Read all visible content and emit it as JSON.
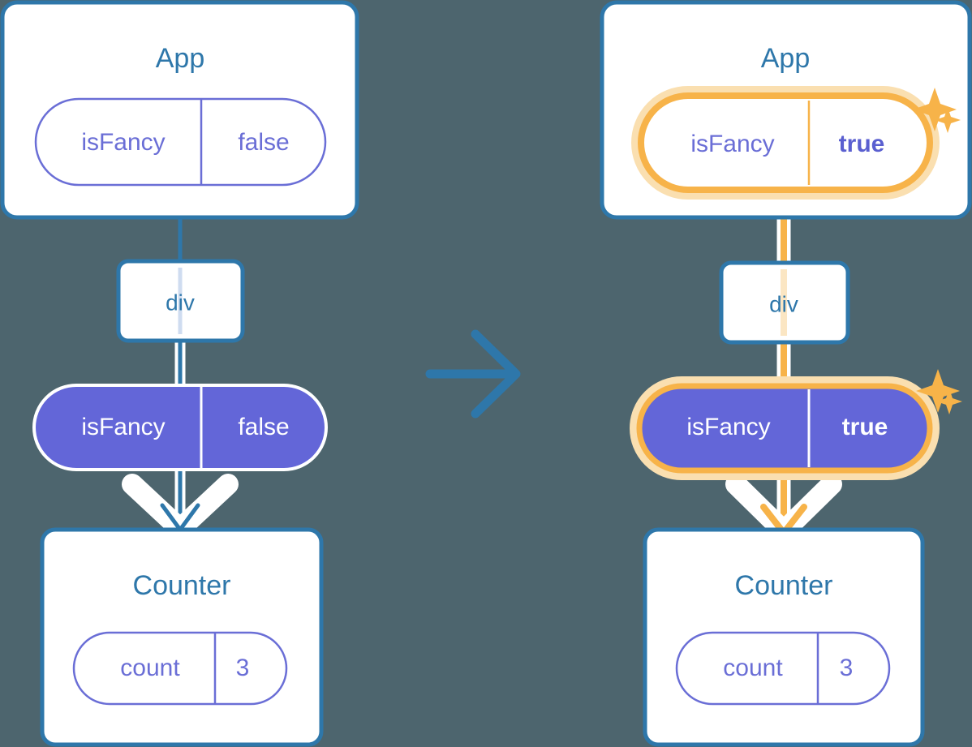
{
  "theme": {
    "background": "#4d656e",
    "card_border": "#2e77aa",
    "card_fill": "#ffffff",
    "title_color": "#2e77aa",
    "pill_outline": "#6a6ed6",
    "pill_fill": "#6366d8",
    "pill_text_light": "#ffffff",
    "highlight": "#f7b349",
    "highlight_glow": "#fadfb0",
    "arrow_blue": "#2e77aa",
    "arrow_outline": "#ffffff"
  },
  "transition_arrow": {
    "icon": "arrow-right-icon",
    "color": "#2e77aa"
  },
  "panels": [
    {
      "id": "before",
      "app": {
        "title": "App",
        "state": {
          "key": "isFancy",
          "value": "false",
          "style": "outline",
          "highlighted": false,
          "bold_value": false
        }
      },
      "dom_node": {
        "label": "div"
      },
      "prop": {
        "key": "isFancy",
        "value": "false",
        "style": "filled",
        "highlighted": false,
        "bold_value": false
      },
      "counter": {
        "title": "Counter",
        "state": {
          "key": "count",
          "value": "3",
          "style": "outline",
          "highlighted": false,
          "bold_value": false
        }
      },
      "flow_color": "#2e77aa",
      "sparkles": []
    },
    {
      "id": "after",
      "app": {
        "title": "App",
        "state": {
          "key": "isFancy",
          "value": "true",
          "style": "outline",
          "highlighted": true,
          "bold_value": true
        }
      },
      "dom_node": {
        "label": "div"
      },
      "prop": {
        "key": "isFancy",
        "value": "true",
        "style": "filled",
        "highlighted": true,
        "bold_value": true
      },
      "counter": {
        "title": "Counter",
        "state": {
          "key": "count",
          "value": "3",
          "style": "outline",
          "highlighted": false,
          "bold_value": false
        }
      },
      "flow_color": "#f7b349",
      "sparkles": [
        {
          "name": "sparkle-icon-app-large"
        },
        {
          "name": "sparkle-icon-app-small"
        },
        {
          "name": "sparkle-icon-prop-large"
        },
        {
          "name": "sparkle-icon-prop-small"
        }
      ]
    }
  ]
}
